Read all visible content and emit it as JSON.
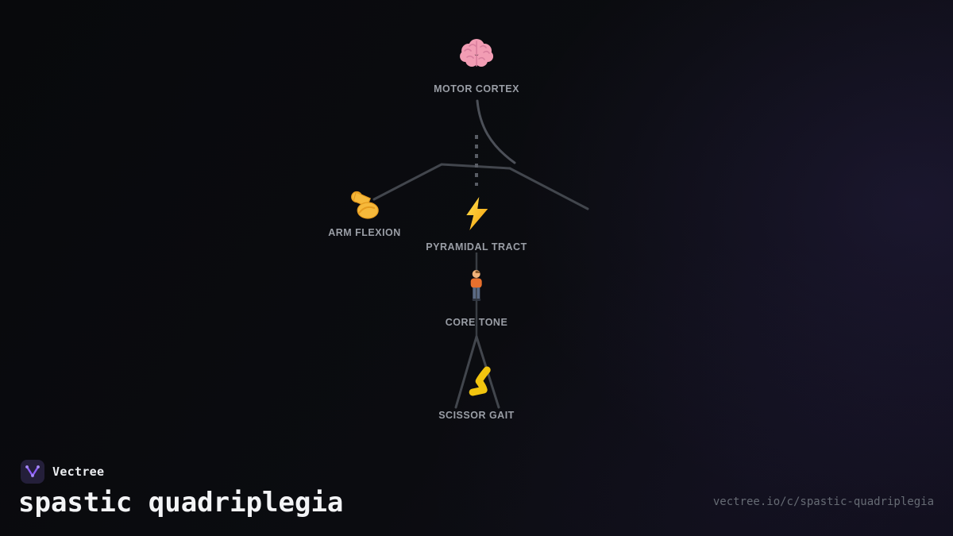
{
  "brand": {
    "name": "Vectree",
    "accent_color": "#8b5cf6",
    "badge_bg": "#241f3a"
  },
  "title": "spastic quadriplegia",
  "footer": {
    "url": "vectree.io/c/spastic-quadriplegia"
  },
  "diagram": {
    "label_color": "#9a9ea6",
    "edge_color": "#42464d",
    "dashed_edge_color": "#585c64",
    "nodes": [
      {
        "id": "motor-cortex",
        "label": "MOTOR CORTEX",
        "icon": "brain-icon",
        "emoji": "🧠"
      },
      {
        "id": "arm-flexion",
        "label": "ARM FLEXION",
        "icon": "flexed-biceps-icon",
        "emoji": "💪"
      },
      {
        "id": "pyramidal-tract",
        "label": "PYRAMIDAL TRACT",
        "icon": "lightning-bolt-icon",
        "emoji": "⚡"
      },
      {
        "id": "core-tone",
        "label": "CORE TONE",
        "icon": "standing-person-icon",
        "emoji": "🧍"
      },
      {
        "id": "scissor-gait",
        "label": "SCISSOR GAIT",
        "icon": "leg-icon",
        "emoji": "🦵"
      }
    ],
    "edges": [
      {
        "from": "motor-cortex",
        "to": "pyramidal-tract",
        "style": "dashed"
      },
      {
        "from": "pyramidal-tract",
        "to": "arm-flexion",
        "style": "solid"
      },
      {
        "from": "pyramidal-tract",
        "to": "core-tone",
        "style": "solid"
      },
      {
        "from": "core-tone",
        "to": "scissor-gait",
        "style": "solid"
      }
    ]
  }
}
